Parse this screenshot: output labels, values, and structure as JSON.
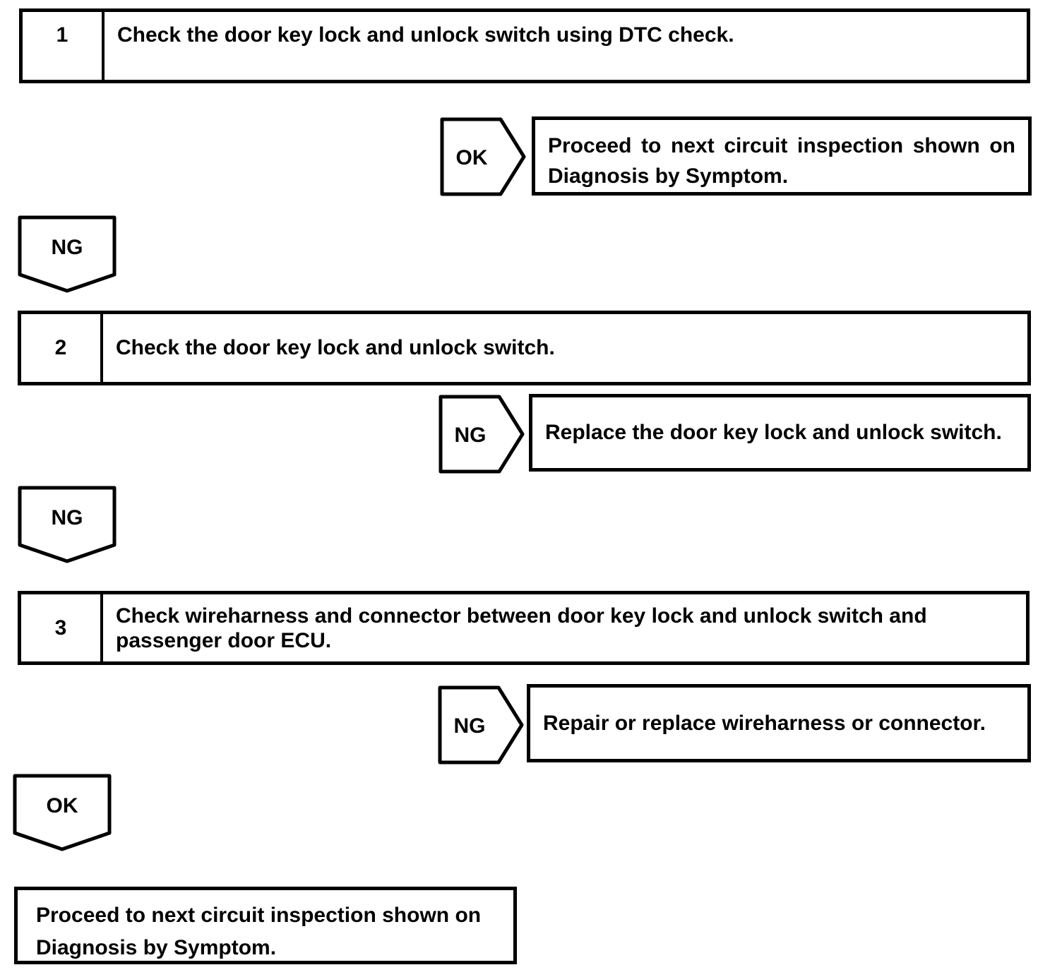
{
  "palette": {
    "ink": "#000000",
    "paper": "#ffffff"
  },
  "flowchart": {
    "steps": [
      {
        "number": "1",
        "lines": [
          "Check the door key lock and unlock switch using DTC check."
        ]
      },
      {
        "number": "2",
        "lines": [
          "Check the door key lock and unlock switch."
        ]
      },
      {
        "number": "3",
        "lines": [
          "Check wireharness and connector between door key lock and unlock switch and",
          "passenger door ECU."
        ]
      }
    ],
    "branches": [
      {
        "label": "OK",
        "result_lines": [
          "Proceed to next circuit inspection shown on",
          "Diagnosis by Symptom."
        ]
      },
      {
        "label": "NG",
        "result_lines": [
          "Replace the door key lock and unlock switch."
        ]
      },
      {
        "label": "NG",
        "result_lines": [
          "Repair or replace wireharness or connector."
        ]
      }
    ],
    "connectors": [
      {
        "label": "NG"
      },
      {
        "label": "NG"
      },
      {
        "label": "OK"
      }
    ],
    "terminal": {
      "lines": [
        "Proceed to next circuit inspection shown on",
        "Diagnosis by Symptom."
      ]
    }
  }
}
